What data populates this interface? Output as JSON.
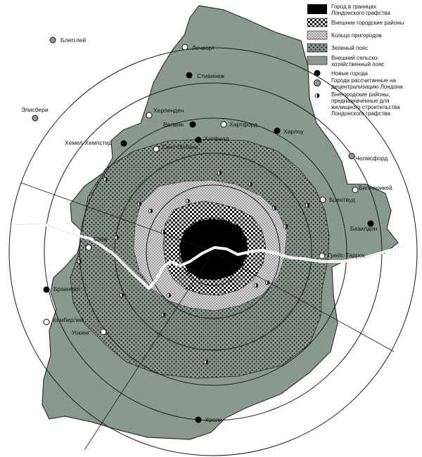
{
  "colors": {
    "agricultural_belt": "#889a8e",
    "green_belt": "#8d9a91",
    "london_county": "#000000",
    "river": "#ffffff",
    "line": "#222222"
  },
  "legend": [
    {
      "key": "county",
      "label": [
        "Город в границах",
        "Лондонского графства"
      ]
    },
    {
      "key": "inner",
      "label": [
        "Внешние городские районы"
      ]
    },
    {
      "key": "suburban",
      "label": [
        "Кольцо пригородов"
      ]
    },
    {
      "key": "green",
      "label": [
        "Зеленый пояс"
      ]
    },
    {
      "key": "agri",
      "label": [
        "Внешний сельско-",
        "хозяйственный пояс"
      ]
    },
    {
      "key": "new_town",
      "label": [
        "Новые города"
      ]
    },
    {
      "key": "decent_town",
      "label": [
        "Города рассчитанные на",
        "децентрализацию Лондона"
      ]
    },
    {
      "key": "housing",
      "label": [
        "Внегородские районы,",
        "предназначенные для",
        "жилищного строительства",
        "Лондонского графства"
      ]
    }
  ],
  "towns": {
    "bletchley": "Блетглей",
    "letchworth": "Лечворт",
    "stevenage": "Стивинеж",
    "aylesbury": "Элисбери",
    "harpenden": "Херпенден",
    "welwyn": "Велвин",
    "hertford": "Хартфорд",
    "harlow": "Харлоу",
    "hemel": "Хемел-Хемпстид",
    "hatfield": "Хэтфилд",
    "st_albans": "Сент-Олбанс",
    "chelmsford": "Челмсфорд",
    "billericay": "Биллерикей",
    "brentwood": "Брентвуд",
    "basildon": "Базилдон",
    "slough": "Слау",
    "grays": "Грейс-Таррок",
    "bracknell": "Бракнелл",
    "camberley": "Кемберлей",
    "woking": "Уокинг",
    "crawley": "Кроли"
  }
}
